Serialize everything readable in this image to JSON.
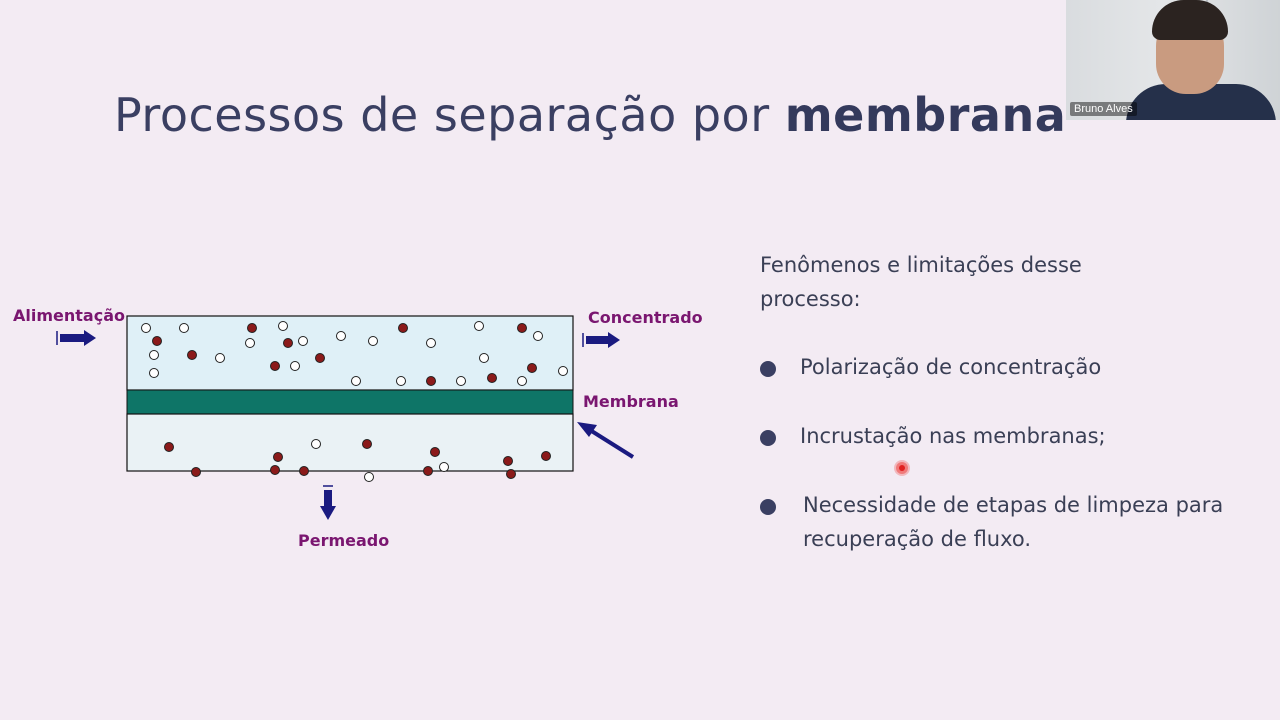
{
  "slide": {
    "title_regular": "Processos de separação por ",
    "title_bold": "membrana",
    "diagram": {
      "label_feed": "Alimentação",
      "label_concentrate": "Concentrado",
      "label_membrane": "Membrana",
      "label_permeate": "Permeado"
    },
    "intro": "Fenômenos e limitações desse processo:",
    "bullets": [
      "Polarização de concentração",
      "Incrustação nas membranas;",
      "Necessidade de etapas de limpeza para recuperação de fluxo."
    ]
  },
  "webcam": {
    "participant_name": "Bruno Alves"
  },
  "colors": {
    "background": "#f3ebf3",
    "title": "#3a3f62",
    "label_purple": "#7a1670",
    "arrow_navy": "#1a1a80",
    "membrane_teal": "#0e7567",
    "feed_fill": "#dff0f7",
    "permeate_fill": "#eaf2f5",
    "particle_red": "#8b1a1a",
    "pointer_red": "#e02020"
  }
}
